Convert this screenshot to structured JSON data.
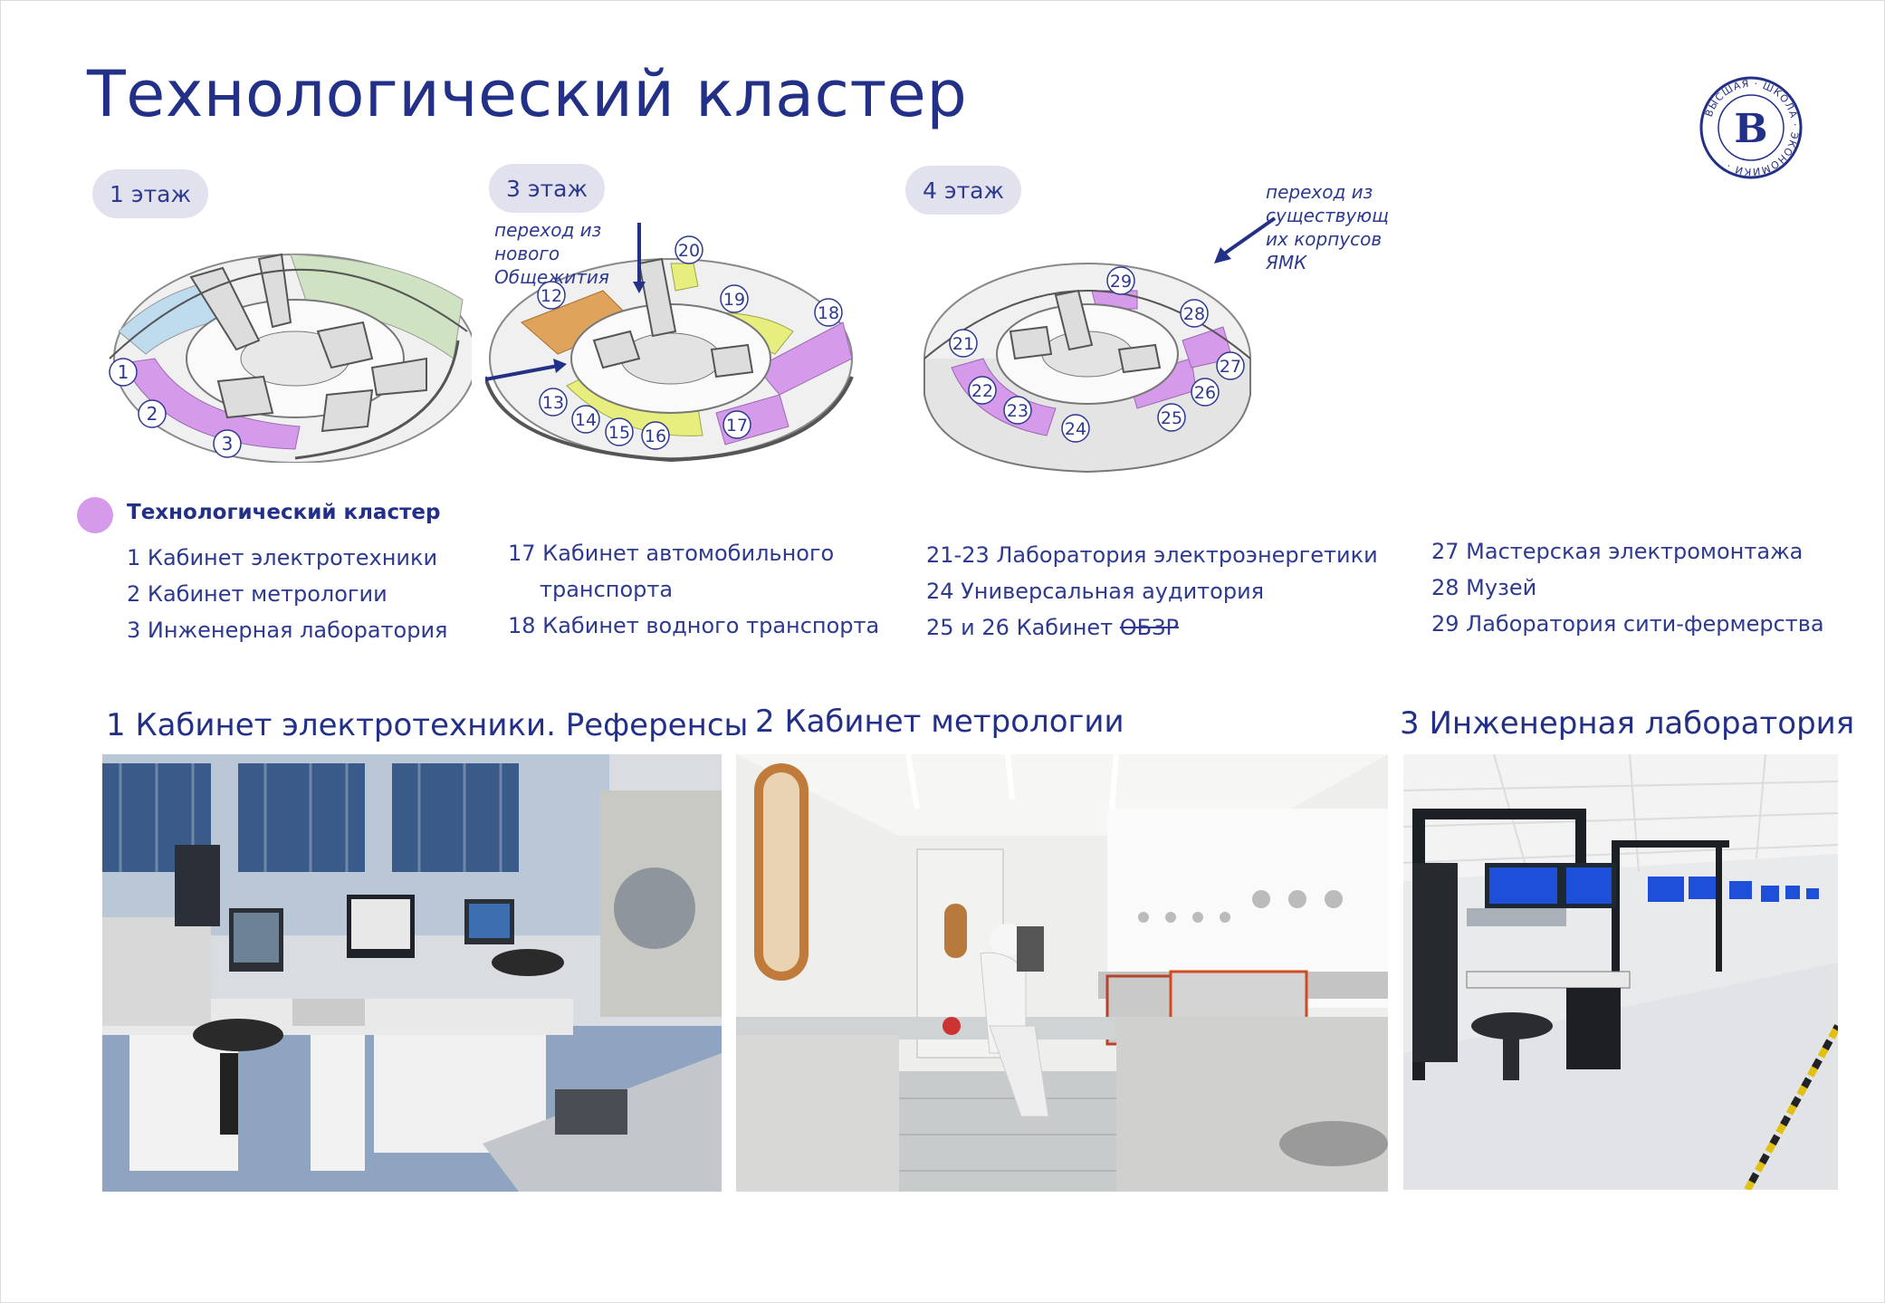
{
  "title": "Технологический кластер",
  "logo": {
    "text": "ВЫСШАЯ · ШКОЛА · ЭКОНОМИКИ",
    "mark": "В"
  },
  "floors": [
    {
      "label": "1 этаж"
    },
    {
      "label": "3 этаж",
      "annotation": [
        "переход из",
        "нового",
        "Общежития"
      ]
    },
    {
      "label": "4 этаж",
      "annotation": [
        "переход из",
        "существующ",
        "их корпусов",
        "ЯМК"
      ]
    }
  ],
  "markers": {
    "floor1": [
      "1",
      "2",
      "3"
    ],
    "floor3": [
      "12",
      "13",
      "14",
      "15",
      "16",
      "17",
      "18",
      "19",
      "20"
    ],
    "floor4": [
      "21",
      "22",
      "23",
      "24",
      "25",
      "26",
      "27",
      "28",
      "29"
    ]
  },
  "legend": {
    "label": "Технологический кластер",
    "color": "#d59ae9"
  },
  "rooms": {
    "col1": [
      "1  Кабинет электротехники",
      "2  Кабинет метрологии",
      "3 Инженерная лаборатория"
    ],
    "col2": [
      "17 Кабинет автомобильного",
      "транспорта",
      "18   Кабинет водного транспорта"
    ],
    "col3": [
      "21-23 Лаборатория электроэнергетики",
      "24   Универсальная аудитория",
      "25 и 26 Кабинет ",
      "ОБЗР"
    ],
    "col4": [
      "27   Мастерская электромонтажа",
      "28   Музей",
      "29   Лаборатория сити-фермерства"
    ]
  },
  "photos": [
    {
      "caption": "1 Кабинет электротехники. Референсы"
    },
    {
      "caption": "2 Кабинет метрологии"
    },
    {
      "caption": "3 Инженерная лаборатория"
    }
  ],
  "colors": {
    "accent": "#233088",
    "purple": "#d59ae9",
    "yellow": "#e7ee7d",
    "orange": "#e0a35c",
    "green": "#cfe2c2",
    "blue": "#bfdcee"
  }
}
